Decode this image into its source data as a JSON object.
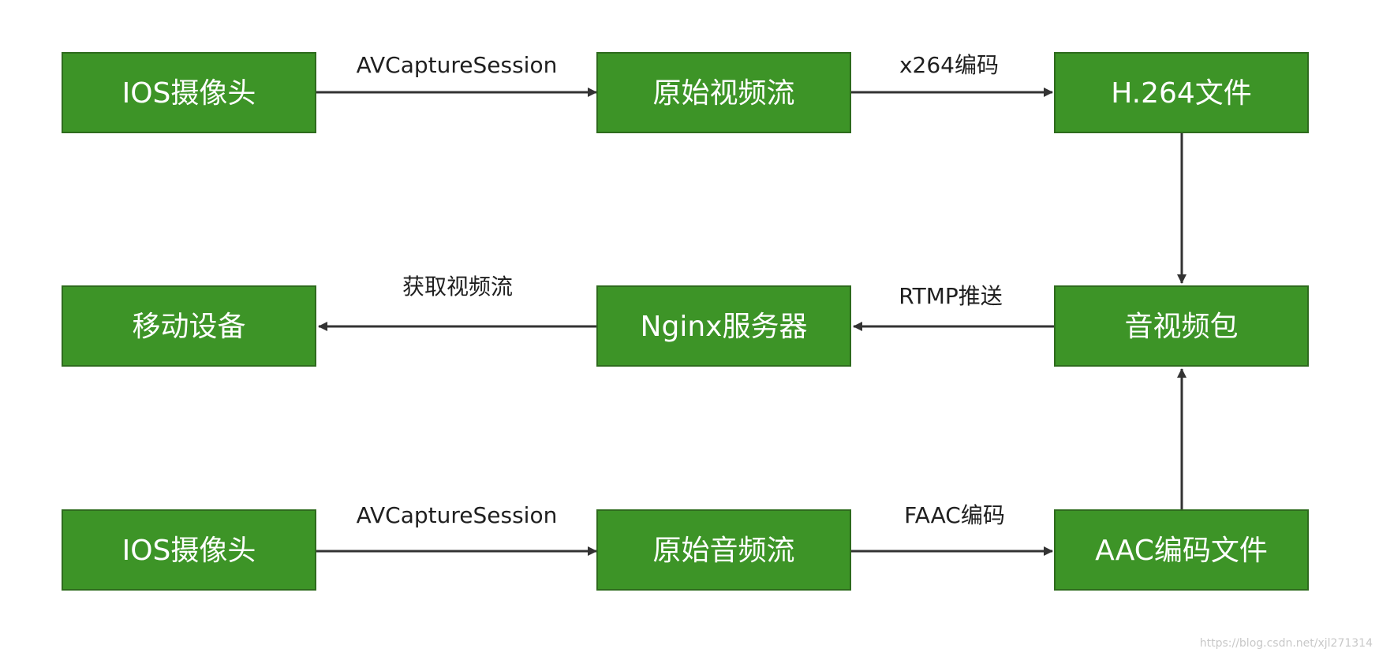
{
  "diagram": {
    "colors": {
      "node_fill": "#3d9427",
      "node_border": "#2e6b1d",
      "node_text": "#ffffff",
      "edge": "#333333",
      "edge_label": "#1f1f1f",
      "background": "#ffffff"
    },
    "nodes": [
      {
        "id": "ios-camera-top",
        "label": "IOS摄像头"
      },
      {
        "id": "raw-video",
        "label": "原始视频流"
      },
      {
        "id": "h264-file",
        "label": "H.264文件"
      },
      {
        "id": "mobile-device",
        "label": "移动设备"
      },
      {
        "id": "nginx-server",
        "label": "Nginx服务器"
      },
      {
        "id": "av-packet",
        "label": "音视频包"
      },
      {
        "id": "ios-camera-bottom",
        "label": "IOS摄像头"
      },
      {
        "id": "raw-audio",
        "label": "原始音频流"
      },
      {
        "id": "aac-file",
        "label": "AAC编码文件"
      }
    ],
    "edges": [
      {
        "from": "ios-camera-top",
        "to": "raw-video",
        "label": "AVCaptureSession"
      },
      {
        "from": "raw-video",
        "to": "h264-file",
        "label": "x264编码"
      },
      {
        "from": "h264-file",
        "to": "av-packet",
        "label": ""
      },
      {
        "from": "av-packet",
        "to": "nginx-server",
        "label": "RTMP推送"
      },
      {
        "from": "nginx-server",
        "to": "mobile-device",
        "label": "获取视频流"
      },
      {
        "from": "ios-camera-bottom",
        "to": "raw-audio",
        "label": "AVCaptureSession"
      },
      {
        "from": "raw-audio",
        "to": "aac-file",
        "label": "FAAC编码"
      },
      {
        "from": "aac-file",
        "to": "av-packet",
        "label": ""
      }
    ],
    "watermark": "https://blog.csdn.net/xjl271314"
  }
}
